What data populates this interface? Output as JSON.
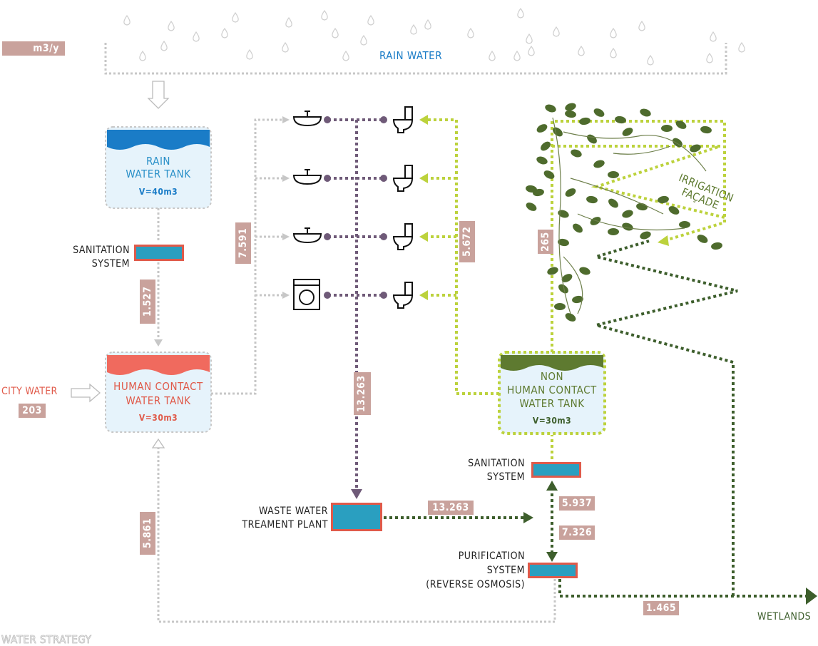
{
  "unit_label": "m3/y",
  "rain_water_label": "RAIN WATER",
  "rain_tank": {
    "line1": "RAIN",
    "line2": "WATER TANK",
    "volume": "V=40m3"
  },
  "sanitation_left": {
    "line1": "SANITATION",
    "line2": "SYSTEM"
  },
  "flow_1527": "1.527",
  "city_water": {
    "label": "CITY WATER",
    "value": "203"
  },
  "human_tank": {
    "line1": "HUMAN CONTACT",
    "line2": "WATER TANK",
    "volume": "V=30m3"
  },
  "flow_7591": "7.591",
  "flow_5861": "5.861",
  "flow_13263_vertical": "13.263",
  "flow_5672": "5.672",
  "flow_265": "265",
  "irrigation": {
    "line1": "IRRIGATION",
    "line2": "FAÇADE"
  },
  "non_human_tank": {
    "line1": "NON",
    "line2": "HUMAN CONTACT",
    "line3": "WATER TANK",
    "volume": "V=30m3"
  },
  "sanitation_right": {
    "line1": "SANITATION",
    "line2": "SYSTEM"
  },
  "waste_plant": {
    "line1": "WASTE WATER",
    "line2": "TREAMENT PLANT"
  },
  "flow_13263_horizontal": "13.263",
  "flow_5937": "5.937",
  "flow_7326": "7.326",
  "purification": {
    "line1": "PURIFICATION",
    "line2": "SYSTEM",
    "line3": "(REVERSE OSMOSIS)"
  },
  "flow_1465": "1.465",
  "wetlands_label": "WETLANDS",
  "footer_title": "WATER STRATEGY",
  "colors": {
    "rain_blue": "#1a7cc7",
    "city_red": "#e05a4a",
    "tag_pink": "#c9a29c",
    "purple": "#6f5a78",
    "lime": "#bcd23c",
    "dark_green": "#3d5e2c",
    "olive": "#5e7a30",
    "system_blue": "#2a9fc0",
    "dotted_grey": "#c7c7c7"
  },
  "icons": [
    "raindrop-icon",
    "sink-icon",
    "toilet-icon",
    "washing-machine-icon",
    "leaf-icon"
  ]
}
